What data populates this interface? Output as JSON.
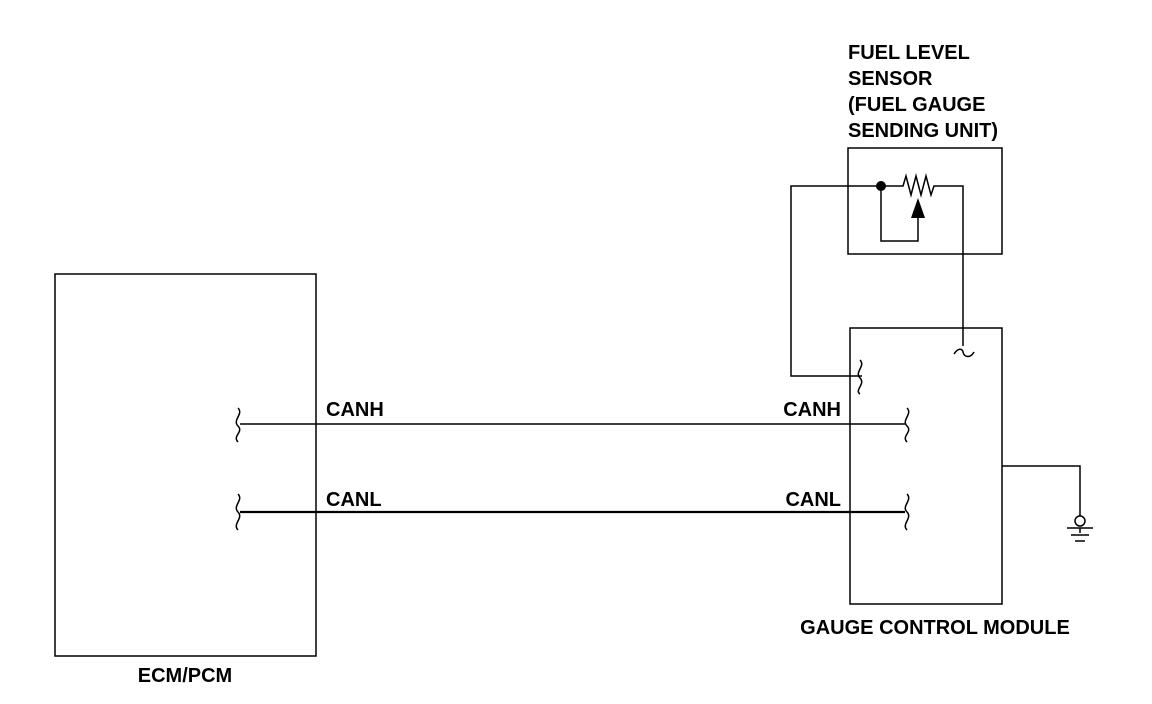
{
  "labels": {
    "sensor_title": [
      "FUEL LEVEL",
      "SENSOR",
      "(FUEL GAUGE",
      "SENDING UNIT)"
    ],
    "canh_left": "CANH",
    "canl_left": "CANL",
    "canh_right": "CANH",
    "canl_right": "CANL",
    "gcm": "GAUGE CONTROL MODULE",
    "ecm": "ECM/PCM"
  }
}
